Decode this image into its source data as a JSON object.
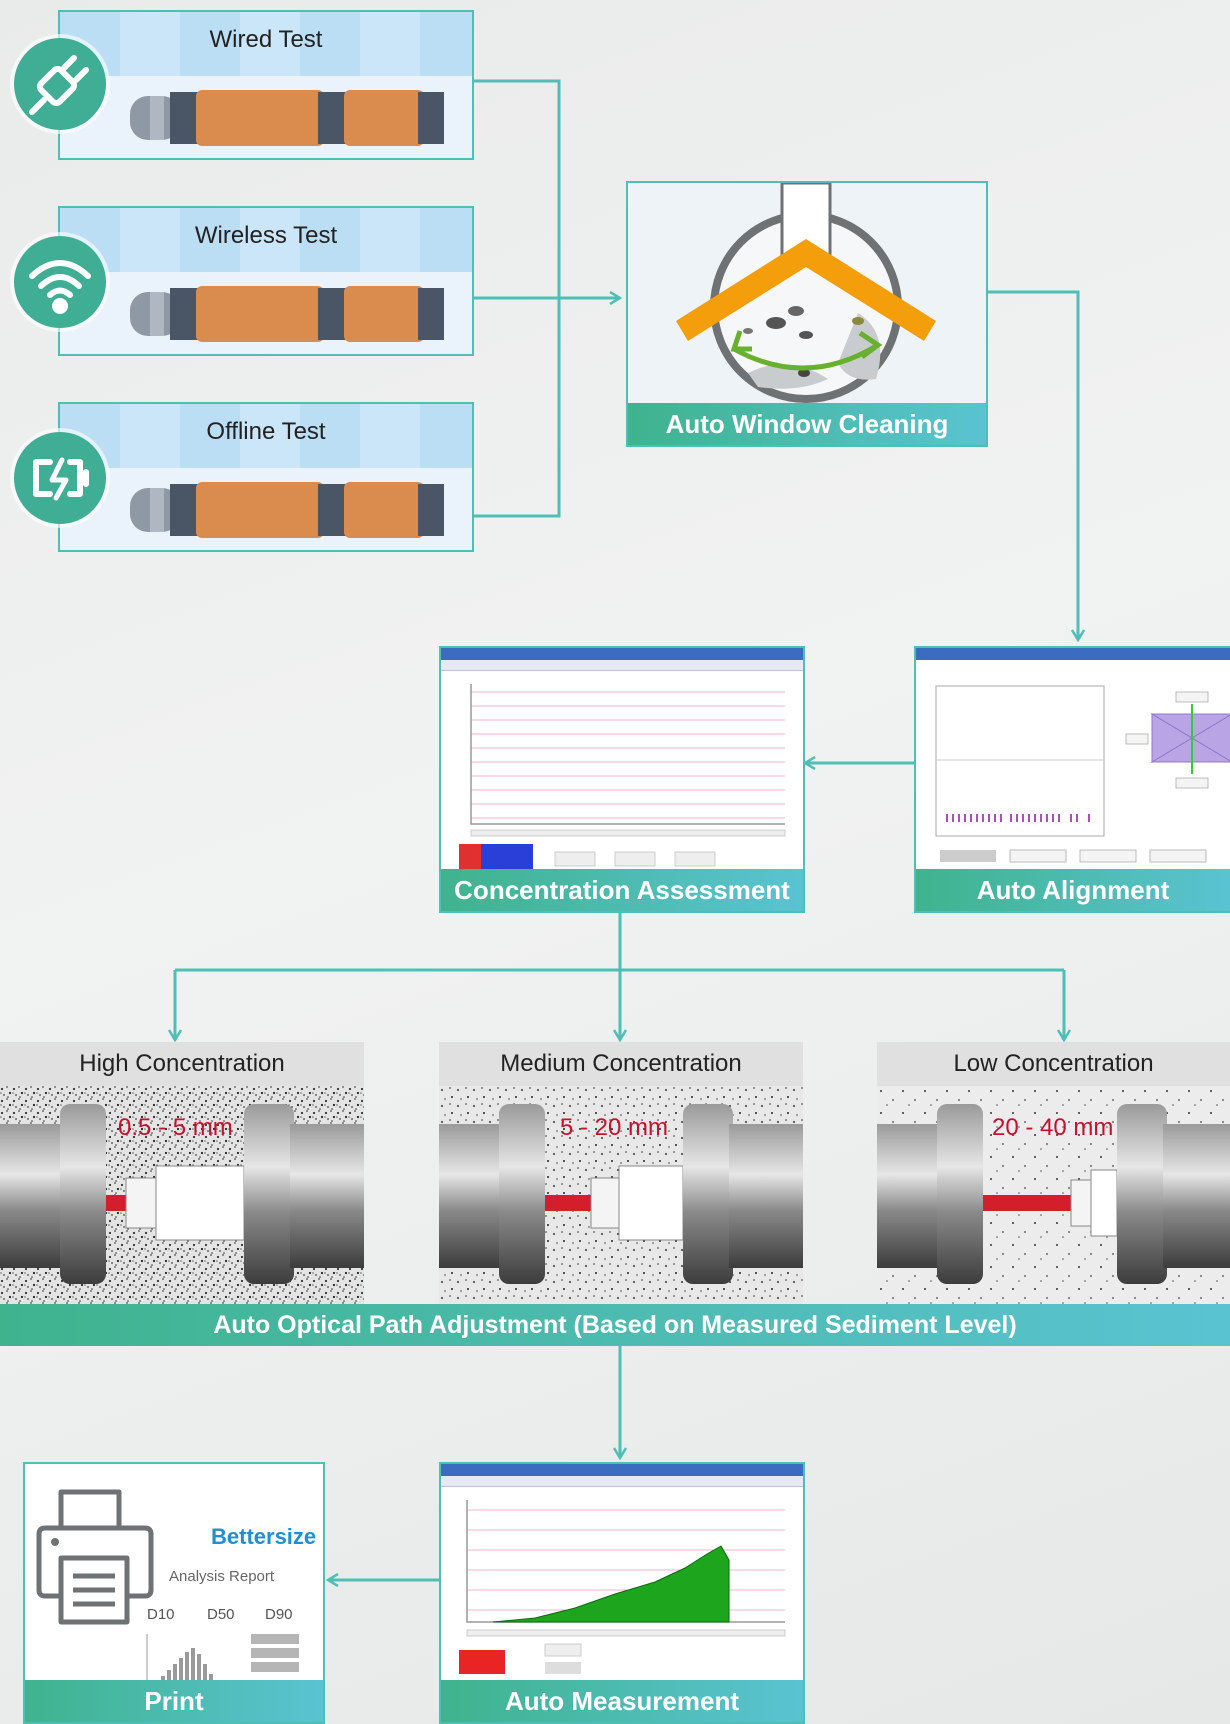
{
  "colors": {
    "teal": "#4fbfb6",
    "green": "#3fae94",
    "orange": "#f59e0b",
    "probe_copper": "#d98c4e",
    "gap_red": "#d21f2b"
  },
  "tests": [
    {
      "label": "Wired Test",
      "icon": "plug-icon"
    },
    {
      "label": "Wireless Test",
      "icon": "wifi-icon"
    },
    {
      "label": "Offline Test",
      "icon": "battery-charging-icon"
    }
  ],
  "window_cleaning": {
    "label": "Auto Window Cleaning"
  },
  "alignment": {
    "label": "Auto Alignment"
  },
  "concentration": {
    "label": "Concentration Assessment"
  },
  "levels": [
    {
      "title": "High Concentration",
      "range": "0.5 - 5 mm"
    },
    {
      "title": "Medium Concentration",
      "range": "5 - 20 mm"
    },
    {
      "title": "Low Concentration",
      "range": "20 - 40 mm"
    }
  ],
  "optical_path": {
    "label": "Auto Optical Path Adjustment (Based on Measured Sediment Level)"
  },
  "measurement": {
    "label": "Auto Measurement"
  },
  "print": {
    "label": "Print",
    "brand": "Bettersize",
    "report_title": "Analysis Report",
    "columns": [
      "D10",
      "D50",
      "D90"
    ]
  }
}
